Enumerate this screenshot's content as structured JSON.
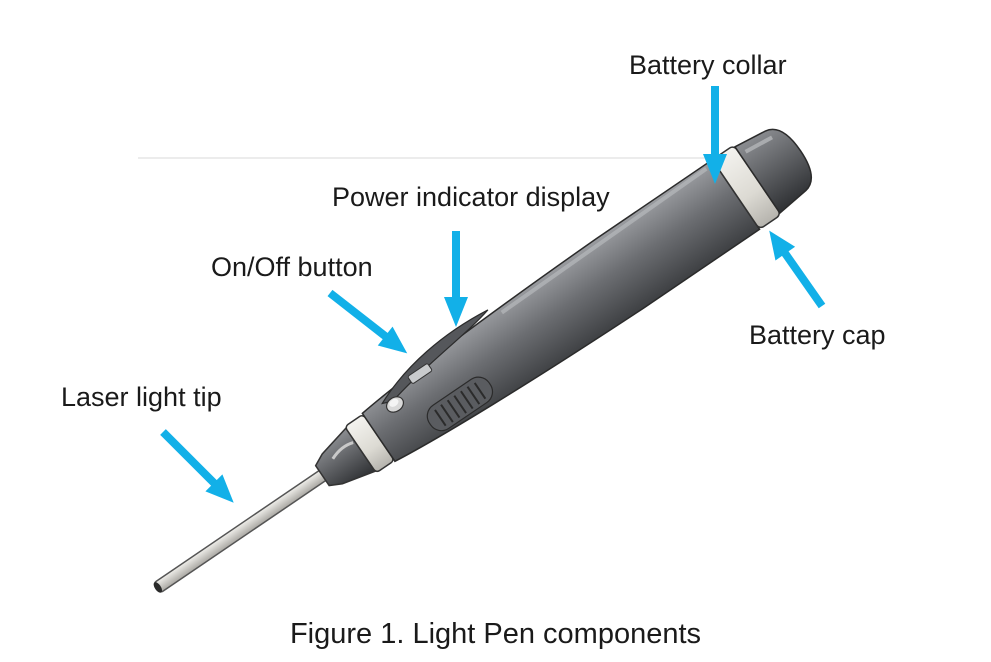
{
  "labels": {
    "battery_collar": "Battery collar",
    "power_indicator_display": "Power indicator display",
    "on_off_button": "On/Off button",
    "battery_cap": "Battery cap",
    "laser_light_tip": "Laser light tip"
  },
  "caption": "Figure 1. Light Pen components",
  "colors": {
    "arrow": "#12b0e8",
    "pen_body": "#6f7175",
    "pen_collar": "#e4e2dc",
    "tip": "#d8d6d0"
  }
}
